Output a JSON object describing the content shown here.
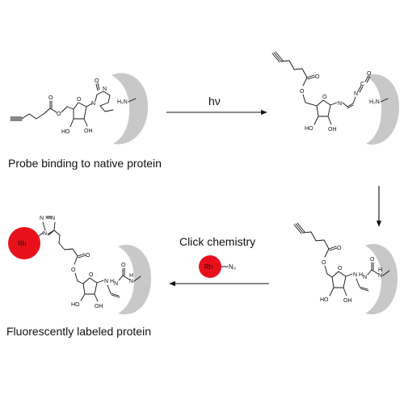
{
  "labels": {
    "step1_caption": "Probe binding to native protein",
    "light_label": "hν",
    "click_label": "Click chemistry",
    "final_caption": "Fluorescently labeled protein"
  },
  "atoms": {
    "O": "O",
    "N": "N",
    "HO": "HO",
    "OH": "OH",
    "H2N": "H₂N",
    "C": "C",
    "H": "H",
    "Rh": "Rh",
    "N3": "N₃"
  },
  "colors": {
    "protein": "#c8c8c8",
    "rhodamine": "#e8111b",
    "ink": "#111111"
  }
}
